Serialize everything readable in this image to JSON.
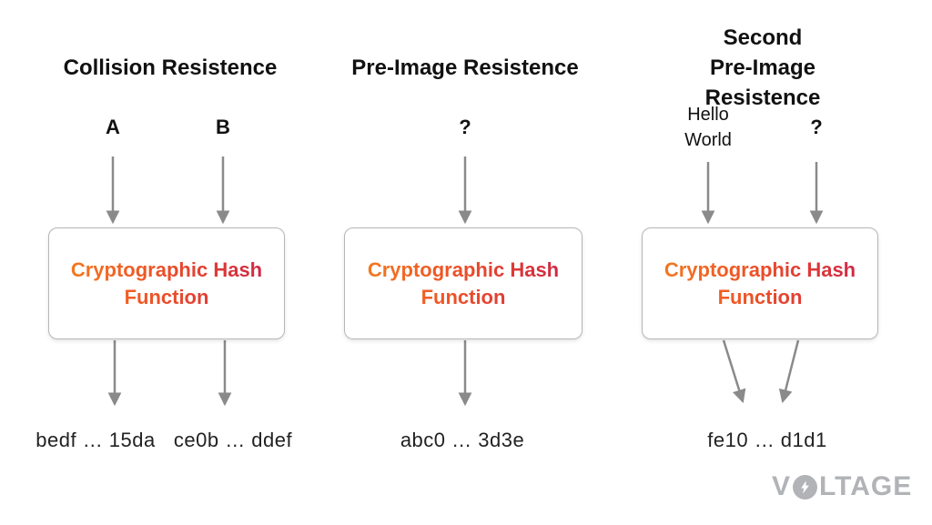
{
  "background": "#ffffff",
  "colors": {
    "arrow": "#8a8a8a",
    "box_border": "#b6b6b6",
    "box_text_gradient": [
      "#F5801F",
      "#EE5226",
      "#CB2149"
    ],
    "heading_text": "#111111",
    "output_text": "#222222",
    "logo_gray": "#b1b3b7"
  },
  "panels": [
    {
      "title": "Collision Resistence",
      "inputs": [
        "A",
        "B"
      ],
      "box_label": "Cryptographic Hash Function",
      "outputs": [
        "bedf … 15da",
        "ce0b … ddef"
      ]
    },
    {
      "title": "Pre-Image Resistence",
      "inputs": [
        "?"
      ],
      "box_label": "Cryptographic Hash Function",
      "outputs": [
        "abc0 … 3d3e"
      ]
    },
    {
      "title": "Second\nPre-Image Resistence",
      "inputs": [
        "Hello\nWorld",
        "?"
      ],
      "box_label": "Cryptographic Hash Function",
      "outputs": [
        "fe10 … d1d1"
      ]
    }
  ],
  "logo": {
    "v": "V",
    "rest": "LTAGE",
    "name": "VOLTAGE"
  }
}
